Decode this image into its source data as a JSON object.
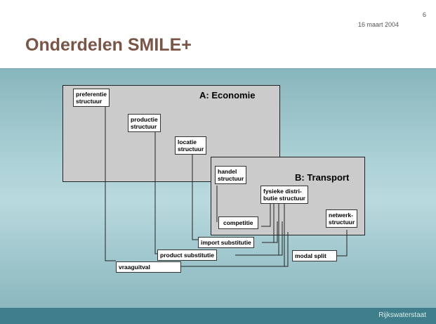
{
  "header": {
    "page_number": "6",
    "date": "16 maart 2004",
    "title": "Onderdelen SMILE+"
  },
  "diagram": {
    "box_a_title": "A: Economie",
    "box_b_title": "B: Transport",
    "nodes": {
      "preferentie": [
        "preferentie",
        "structuur"
      ],
      "productie": [
        "productie",
        "structuur"
      ],
      "locatie": [
        "locatie",
        "structuur"
      ],
      "handel": [
        "handel",
        "structuur"
      ],
      "fysieke": [
        "fysieke distri-",
        "butie structuur"
      ],
      "netwerk": [
        "netwerk-",
        "structuur"
      ],
      "competitie": [
        "competitie"
      ],
      "import": [
        "import substitutie"
      ],
      "product": [
        "product substitutie"
      ],
      "vraaguitval": [
        "vraaguitval"
      ],
      "modal": [
        "modal split"
      ]
    }
  },
  "footer": {
    "brand": "Rijkswaterstaat"
  },
  "colors": {
    "title": "#7a5545",
    "body_background": "#a9cfd4",
    "footer_background": "#3f7f8b",
    "box_fill": "#cbcbcb"
  }
}
